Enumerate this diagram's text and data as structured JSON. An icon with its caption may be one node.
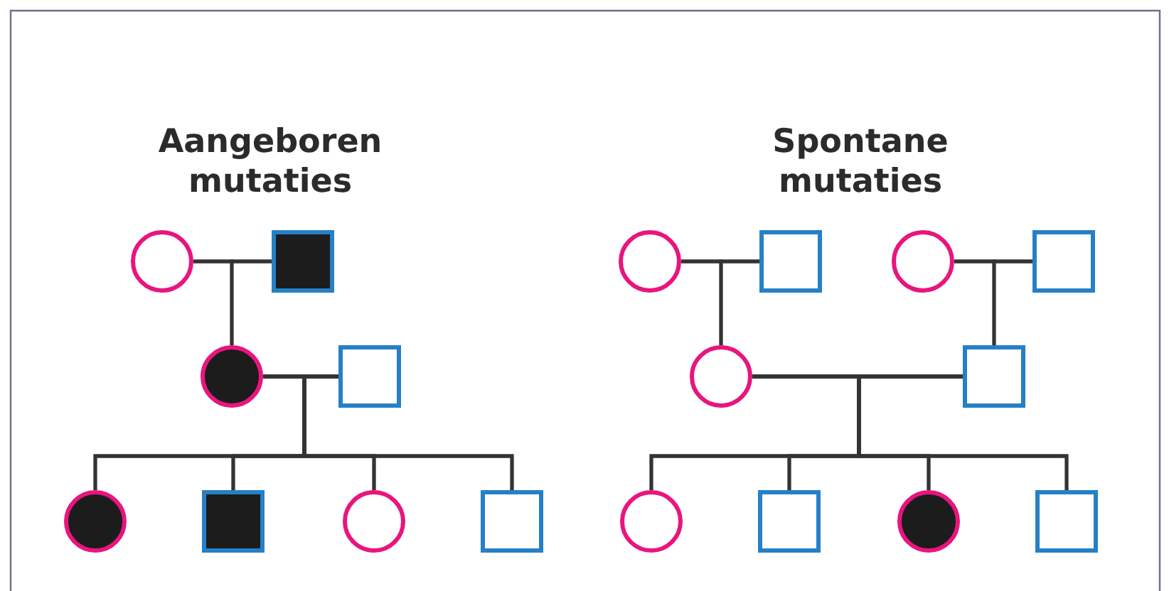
{
  "diagram": {
    "nodes": [
      {
        "text": [],
        "shape": "circle"
      },
      {
        "text": [],
        "shape": "block"
      },
      {
        "text": [],
        "shape": "disc"
      },
      {
        "text": [],
        "shape": "box"
      },
      {
        "text": [],
        "shape": "disc"
      },
      {
        "text": [],
        "shape": "block"
      },
      {
        "text": [],
        "shape": "circle"
      },
      {
        "text": [],
        "shape": "box"
      },
      {
        "text": [],
        "shape": "circle"
      },
      {
        "text": [],
        "shape": "box"
      },
      {
        "text": [],
        "shape": "circle"
      },
      {
        "text": [],
        "shape": "box"
      },
      {
        "text": [],
        "shape": "circle"
      },
      {
        "text": [],
        "shape": "box"
      },
      {
        "text": [],
        "shape": "circle"
      },
      {
        "text": [],
        "shape": "box"
      },
      {
        "text": [],
        "shape": "disc"
      },
      {
        "text": [],
        "shape": "box"
      }
    ],
    "edges": [
      {
        "from": 0,
        "to": 1,
        "arrow": "none"
      },
      {
        "from": 0,
        "to": 2,
        "arrow": "none"
      },
      {
        "from": 1,
        "to": 2,
        "arrow": "none"
      },
      {
        "from": 2,
        "to": 3,
        "arrow": "none"
      },
      {
        "from": 2,
        "to": 4,
        "arrow": "none"
      },
      {
        "from": 2,
        "to": 5,
        "arrow": "none"
      },
      {
        "from": 2,
        "to": 6,
        "arrow": "none"
      },
      {
        "from": 2,
        "to": 7,
        "arrow": "none"
      },
      {
        "from": 3,
        "to": 4,
        "arrow": "none"
      },
      {
        "from": 3,
        "to": 5,
        "arrow": "none"
      },
      {
        "from": 3,
        "to": 6,
        "arrow": "none"
      },
      {
        "from": 3,
        "to": 7,
        "arrow": "none"
      },
      {
        "from": 8,
        "to": 9,
        "arrow": "none"
      },
      {
        "from": 8,
        "to": 12,
        "arrow": "none"
      },
      {
        "from": 9,
        "to": 12,
        "arrow": "none"
      },
      {
        "from": 10,
        "to": 11,
        "arrow": "none"
      },
      {
        "from": 10,
        "to": 13,
        "arrow": "none"
      },
      {
        "from": 11,
        "to": 13,
        "arrow": "none"
      },
      {
        "from": 12,
        "to": 13,
        "arrow": "none"
      },
      {
        "from": 12,
        "to": 14,
        "arrow": "none"
      },
      {
        "from": 12,
        "to": 15,
        "arrow": "none"
      },
      {
        "from": 12,
        "to": 16,
        "arrow": "none"
      },
      {
        "from": 12,
        "to": 17,
        "arrow": "none"
      },
      {
        "from": 13,
        "to": 14,
        "arrow": "none"
      },
      {
        "from": 13,
        "to": 15,
        "arrow": "none"
      },
      {
        "from": 13,
        "to": 16,
        "arrow": "none"
      },
      {
        "from": 13,
        "to": 17,
        "arrow": "none"
      }
    ],
    "labels": [
      "Aangeboren mutaties",
      "Spontane mutaties"
    ]
  }
}
